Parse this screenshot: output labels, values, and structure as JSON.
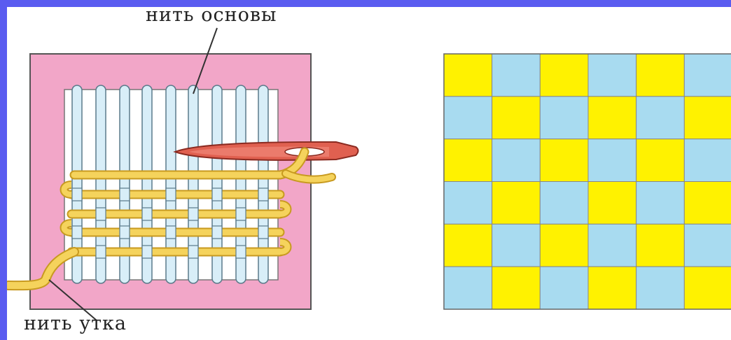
{
  "labels": {
    "warp_thread": "нить основы",
    "weft_thread": "нить утка"
  },
  "colors": {
    "frame_pink": "#f2a6c8",
    "warp_blue": "#d8eef8",
    "weft_yellow": "#f5d35c",
    "needle_red": "#e06050",
    "check_yellow": "#fff200",
    "check_blue": "#a8dbf0",
    "border": "#5a5cf0"
  },
  "checkerboard": {
    "rows": 6,
    "cols": 6,
    "first_cell": "yellow"
  }
}
